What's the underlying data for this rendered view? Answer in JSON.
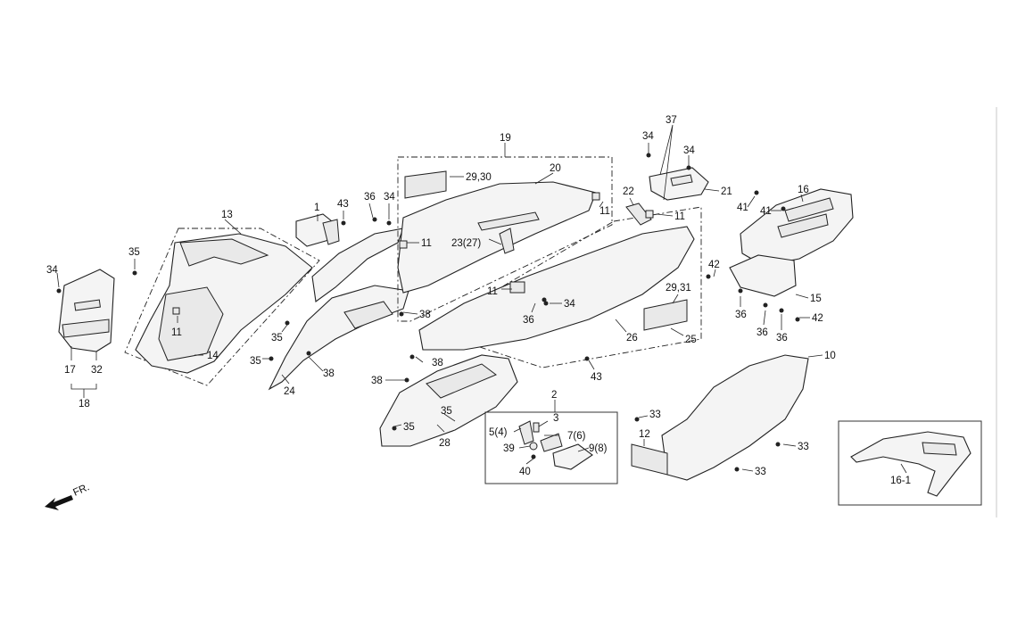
{
  "diagram": {
    "callouts": [
      {
        "id": "c13",
        "text": "13"
      },
      {
        "id": "c35a",
        "text": "35"
      },
      {
        "id": "c34a",
        "text": "34"
      },
      {
        "id": "c11a",
        "text": "11"
      },
      {
        "id": "c14",
        "text": "14"
      },
      {
        "id": "c17",
        "text": "17"
      },
      {
        "id": "c32",
        "text": "32"
      },
      {
        "id": "c18",
        "text": "18"
      },
      {
        "id": "c1",
        "text": "1"
      },
      {
        "id": "c43a",
        "text": "43"
      },
      {
        "id": "c36a",
        "text": "36"
      },
      {
        "id": "c34b",
        "text": "34"
      },
      {
        "id": "c35b",
        "text": "35"
      },
      {
        "id": "c35c",
        "text": "35"
      },
      {
        "id": "c24",
        "text": "24"
      },
      {
        "id": "c38a",
        "text": "38"
      },
      {
        "id": "c38b",
        "text": "38"
      },
      {
        "id": "c19",
        "text": "19"
      },
      {
        "id": "c20",
        "text": "20"
      },
      {
        "id": "c2930",
        "text": "29,30"
      },
      {
        "id": "c11b",
        "text": "11"
      },
      {
        "id": "c11c",
        "text": "11"
      },
      {
        "id": "c2327",
        "text": "23(27)"
      },
      {
        "id": "c11d",
        "text": "11"
      },
      {
        "id": "c36b",
        "text": "36"
      },
      {
        "id": "c34c",
        "text": "34"
      },
      {
        "id": "c38c",
        "text": "38"
      },
      {
        "id": "c38d",
        "text": "38"
      },
      {
        "id": "c43b",
        "text": "43"
      },
      {
        "id": "c35d",
        "text": "35"
      },
      {
        "id": "c35e",
        "text": "35"
      },
      {
        "id": "c28",
        "text": "28"
      },
      {
        "id": "c2",
        "text": "2"
      },
      {
        "id": "c3",
        "text": "3"
      },
      {
        "id": "c54",
        "text": "5(4)"
      },
      {
        "id": "c76",
        "text": "7(6)"
      },
      {
        "id": "c39",
        "text": "39"
      },
      {
        "id": "c98",
        "text": "9(8)"
      },
      {
        "id": "c40",
        "text": "40"
      },
      {
        "id": "c37",
        "text": "37"
      },
      {
        "id": "c34d",
        "text": "34"
      },
      {
        "id": "c34e",
        "text": "34"
      },
      {
        "id": "c22",
        "text": "22"
      },
      {
        "id": "c21",
        "text": "21"
      },
      {
        "id": "c11e",
        "text": "11"
      },
      {
        "id": "c2931",
        "text": "29,31"
      },
      {
        "id": "c26",
        "text": "26"
      },
      {
        "id": "c25",
        "text": "25"
      },
      {
        "id": "c16",
        "text": "16"
      },
      {
        "id": "c41a",
        "text": "41"
      },
      {
        "id": "c41b",
        "text": "41"
      },
      {
        "id": "c42a",
        "text": "42"
      },
      {
        "id": "c15",
        "text": "15"
      },
      {
        "id": "c36c",
        "text": "36"
      },
      {
        "id": "c36d",
        "text": "36"
      },
      {
        "id": "c36e",
        "text": "36"
      },
      {
        "id": "c42b",
        "text": "42"
      },
      {
        "id": "c10",
        "text": "10"
      },
      {
        "id": "c33a",
        "text": "33"
      },
      {
        "id": "c12",
        "text": "12"
      },
      {
        "id": "c33b",
        "text": "33"
      },
      {
        "id": "c33c",
        "text": "33"
      },
      {
        "id": "c161",
        "text": "16-1"
      }
    ],
    "direction_label": "FR."
  }
}
